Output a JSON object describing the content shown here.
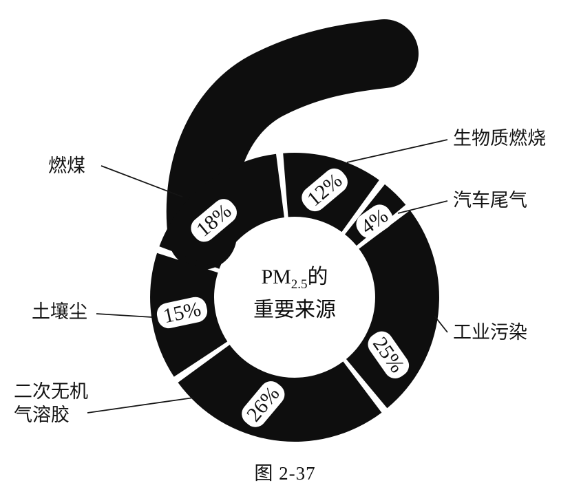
{
  "chart_data": {
    "type": "pie",
    "title": "PM2.5的重要来源",
    "caption": "图 2-37",
    "center_label": {
      "prefix": "PM",
      "subscript": "2.5",
      "suffix": "的",
      "line2": "重要来源"
    },
    "legend": "none",
    "segments": [
      {
        "label": "生物质燃烧",
        "value": 12,
        "pct": "12%"
      },
      {
        "label": "汽车尾气",
        "value": 4,
        "pct": "4%"
      },
      {
        "label": "工业污染",
        "value": 25,
        "pct": "25%"
      },
      {
        "label": "二次无机气溶胶",
        "value": 26,
        "pct": "26%"
      },
      {
        "label": "土壤尘",
        "value": 15,
        "pct": "15%"
      },
      {
        "label": "燃煤",
        "value": 18,
        "pct": "18%"
      }
    ],
    "colors": {
      "ring": "#0e0e0e",
      "background": "#ffffff",
      "text": "#111111",
      "pct_patch": "#ffffff"
    }
  }
}
